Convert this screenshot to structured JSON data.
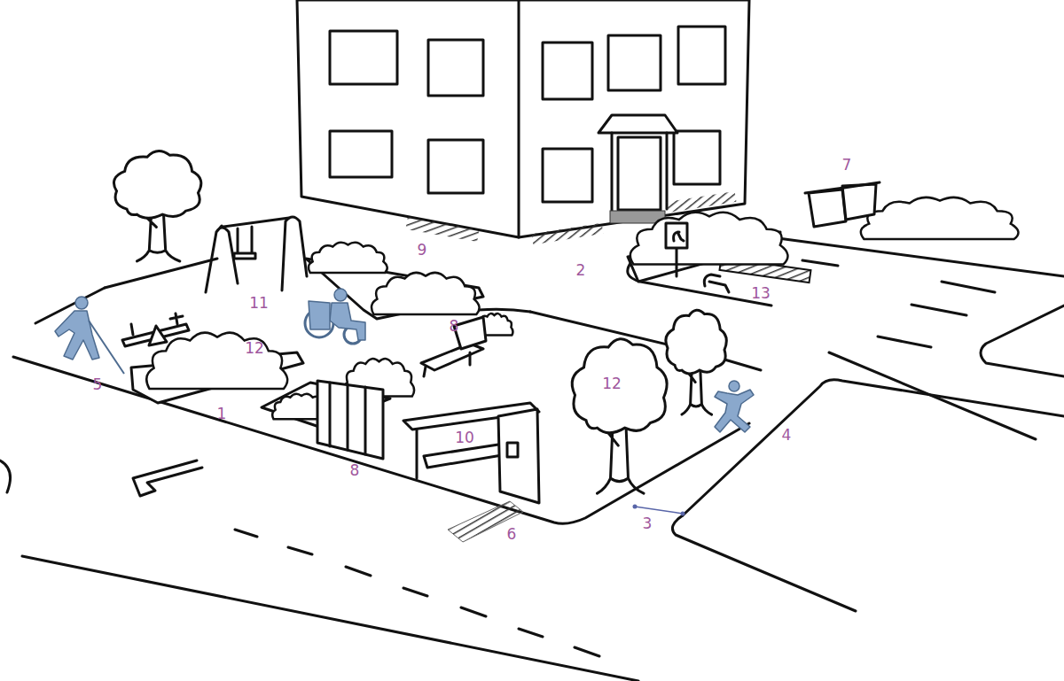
{
  "diagram": {
    "labels": [
      "7",
      "9",
      "2",
      "13",
      "11",
      "8",
      "12",
      "12",
      "5",
      "1",
      "4",
      "10",
      "8",
      "3",
      "6"
    ]
  }
}
